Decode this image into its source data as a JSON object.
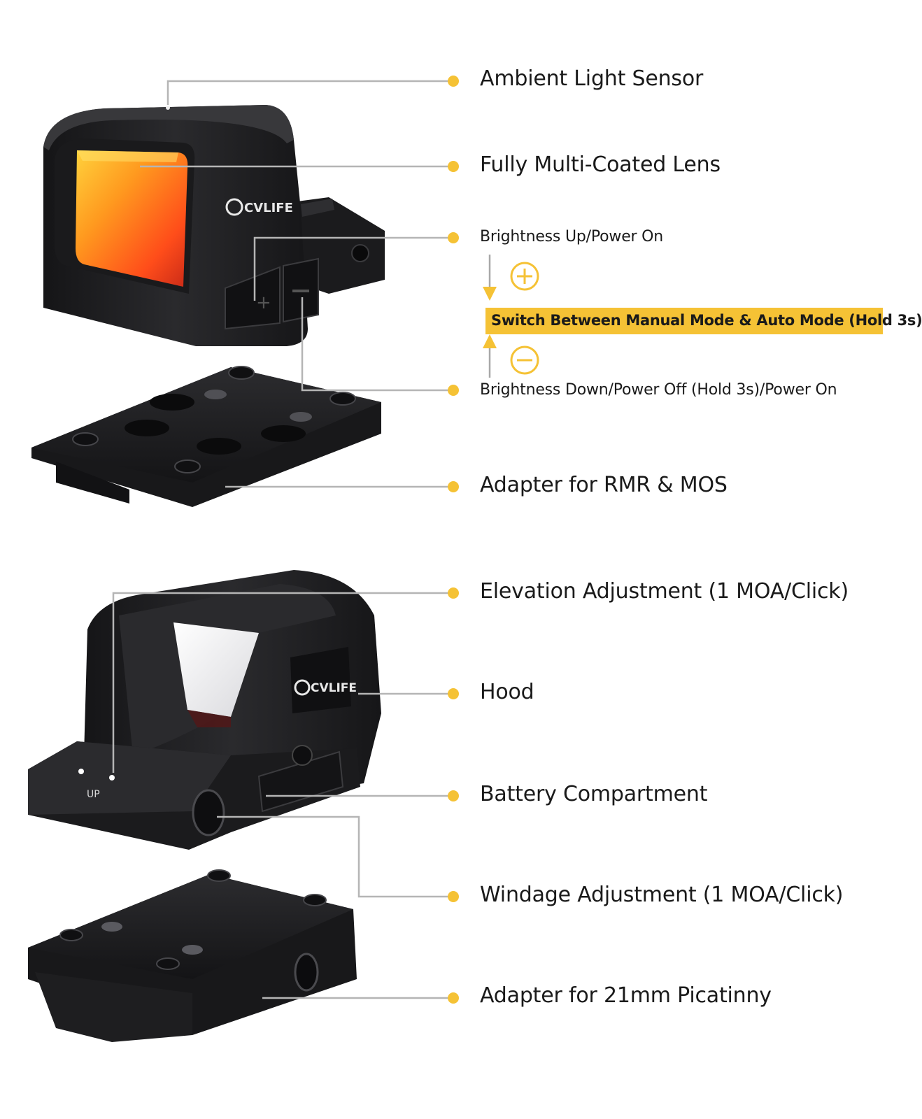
{
  "brand": "CVLIFE",
  "callouts": {
    "ambient_light_sensor": "Ambient Light Sensor",
    "lens": "Fully Multi-Coated Lens",
    "brightness_up": "Brightness Up/Power On",
    "mode_switch": "Switch Between Manual Mode & Auto Mode (Hold 3s)",
    "brightness_down": "Brightness Down/Power Off (Hold 3s)/Power On",
    "adapter_rmr_mos": "Adapter for RMR & MOS",
    "elevation": "Elevation Adjustment (1 MOA/Click)",
    "hood": "Hood",
    "battery": "Battery Compartment",
    "windage": "Windage Adjustment (1 MOA/Click)",
    "adapter_picatinny": "Adapter for 21mm Picatinny"
  },
  "knob_marking": "UP",
  "colors": {
    "accent": "#f5c235",
    "leader_line": "#b5b5b5",
    "body": "#1f1f21"
  }
}
